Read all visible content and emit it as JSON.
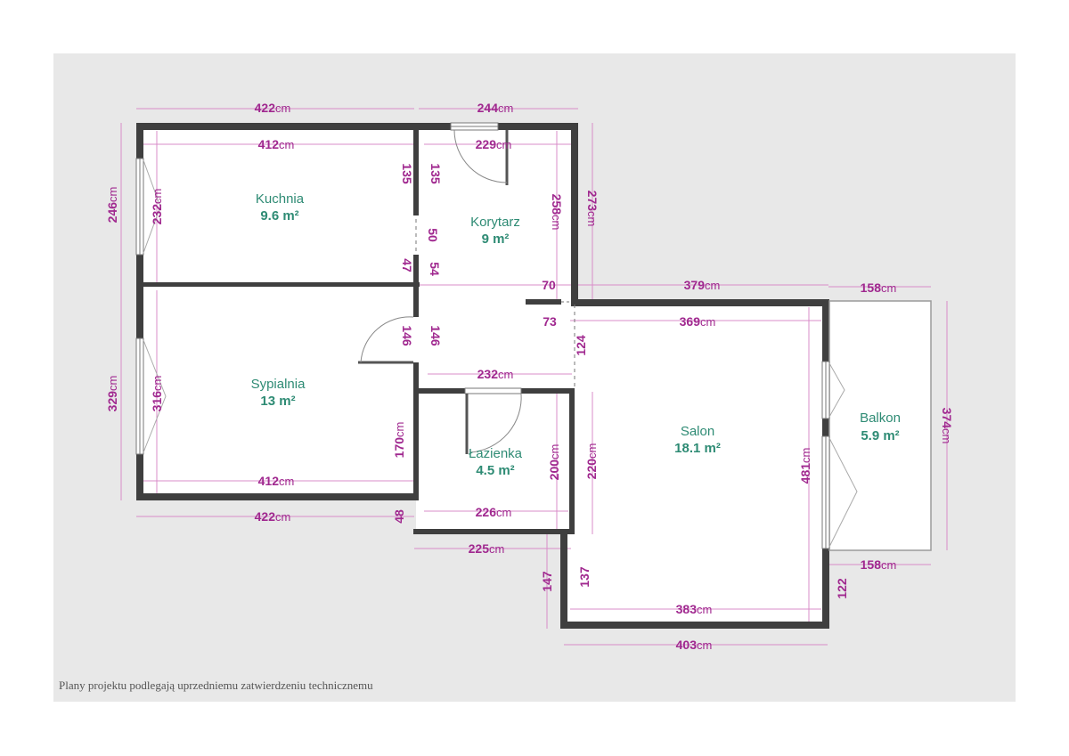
{
  "colors": {
    "background": "#e8e8e8",
    "wall": "#3f3f3f",
    "floor": "#ffffff",
    "room_label": "#2e8b74",
    "dimension": "#a0288f"
  },
  "rooms": [
    {
      "id": "kuchnia",
      "name": "Kuchnia",
      "area": "9.6 m²"
    },
    {
      "id": "korytarz",
      "name": "Korytarz",
      "area": "9 m²"
    },
    {
      "id": "sypialnia",
      "name": "Sypialnia",
      "area": "13 m²"
    },
    {
      "id": "lazienka",
      "name": "Łazienka",
      "area": "4.5 m²"
    },
    {
      "id": "salon",
      "name": "Salon",
      "area": "18.1 m²"
    },
    {
      "id": "balkon",
      "name": "Balkon",
      "area": "5.9 m²"
    }
  ],
  "dimensions": [
    {
      "v": "422",
      "u": "cm"
    },
    {
      "v": "244",
      "u": "cm"
    },
    {
      "v": "412",
      "u": "cm"
    },
    {
      "v": "229",
      "u": "cm"
    },
    {
      "v": "135",
      "u": ""
    },
    {
      "v": "135",
      "u": ""
    },
    {
      "v": "246",
      "u": "cm"
    },
    {
      "v": "232",
      "u": "cm"
    },
    {
      "v": "258",
      "u": "cm"
    },
    {
      "v": "273",
      "u": "cm"
    },
    {
      "v": "50",
      "u": ""
    },
    {
      "v": "47",
      "u": ""
    },
    {
      "v": "54",
      "u": ""
    },
    {
      "v": "70",
      "u": ""
    },
    {
      "v": "379",
      "u": "cm"
    },
    {
      "v": "158",
      "u": "cm"
    },
    {
      "v": "73",
      "u": ""
    },
    {
      "v": "369",
      "u": "cm"
    },
    {
      "v": "146",
      "u": ""
    },
    {
      "v": "146",
      "u": ""
    },
    {
      "v": "124",
      "u": ""
    },
    {
      "v": "329",
      "u": "cm"
    },
    {
      "v": "316",
      "u": "cm"
    },
    {
      "v": "232",
      "u": "cm"
    },
    {
      "v": "374",
      "u": "cm"
    },
    {
      "v": "170",
      "u": "cm"
    },
    {
      "v": "200",
      "u": "cm"
    },
    {
      "v": "220",
      "u": "cm"
    },
    {
      "v": "481",
      "u": "cm"
    },
    {
      "v": "412",
      "u": "cm"
    },
    {
      "v": "422",
      "u": "cm"
    },
    {
      "v": "48",
      "u": ""
    },
    {
      "v": "226",
      "u": "cm"
    },
    {
      "v": "225",
      "u": "cm"
    },
    {
      "v": "158",
      "u": "cm"
    },
    {
      "v": "147",
      "u": ""
    },
    {
      "v": "137",
      "u": ""
    },
    {
      "v": "122",
      "u": ""
    },
    {
      "v": "383",
      "u": "cm"
    },
    {
      "v": "403",
      "u": "cm"
    }
  ],
  "footer": {
    "disclaimer": "Plany projektu podlegają uprzedniemu zatwierdzeniu technicznemu"
  }
}
